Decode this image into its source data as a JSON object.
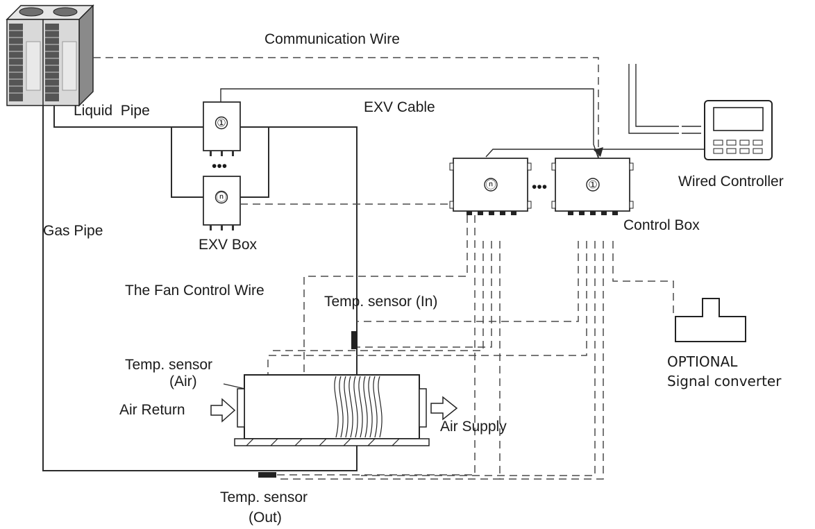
{
  "labels": {
    "communication_wire": "Communication Wire",
    "liquid_pipe": "Liquid  Pipe",
    "exv_cable": "EXV Cable",
    "wired_controller": "Wired Controller",
    "control_box": "Control Box",
    "gas_pipe": "Gas Pipe",
    "exv_box": "EXV Box",
    "fan_control_wire": "The Fan Control Wire",
    "temp_sensor_in": "Temp. sensor (In)",
    "temp_sensor_air_1": "Temp. sensor",
    "temp_sensor_air_2": "(Air)",
    "air_return": "Air Return",
    "air_supply": "Air Supply",
    "optional": "OPTIONAL",
    "signal_converter": "Signal converter",
    "temp_sensor_out_1": "Temp. sensor",
    "temp_sensor_out_2": "(Out)"
  },
  "devices": {
    "exv_first": "①",
    "exv_last": "ⓝ",
    "control_first": "①",
    "control_last": "ⓝ",
    "ellipsis": "•••"
  },
  "icons": {
    "outdoor_unit": "outdoor-unit-icon",
    "wired_controller": "wired-controller-icon",
    "signal_converter": "signal-converter-icon",
    "air_arrow": "arrow-right-icon"
  }
}
